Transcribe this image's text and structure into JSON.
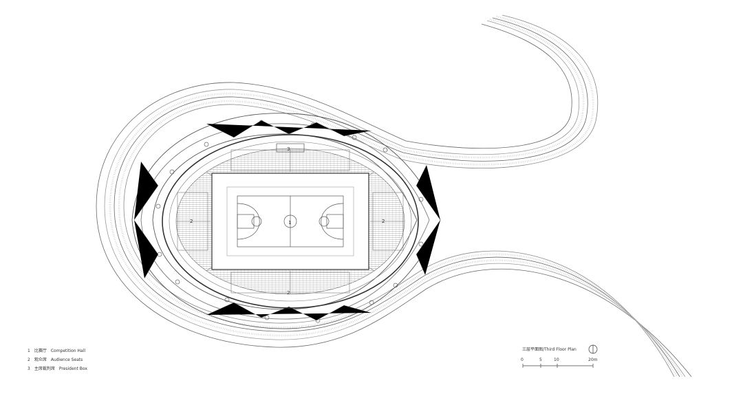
{
  "plan": {
    "title": "三层平面图/Third Floor Plan",
    "labels": {
      "hall": "1",
      "seats_west": "2",
      "seats_east": "2",
      "seats_south": "2",
      "box": "3"
    }
  },
  "legend": [
    {
      "num": "1",
      "zh": "比赛厅",
      "en": "Competition Hall"
    },
    {
      "num": "2",
      "zh": "观众席",
      "en": "Audience Seats"
    },
    {
      "num": "3",
      "zh": "主席裁判席",
      "en": "President Box"
    }
  ],
  "scale_bar": {
    "ticks": [
      "0",
      "5",
      "10",
      "20m"
    ]
  },
  "colors": {
    "line": "#555555",
    "light": "#9a9a9a",
    "background": "#ffffff"
  },
  "icons": {
    "north": "north-arrow-icon"
  }
}
